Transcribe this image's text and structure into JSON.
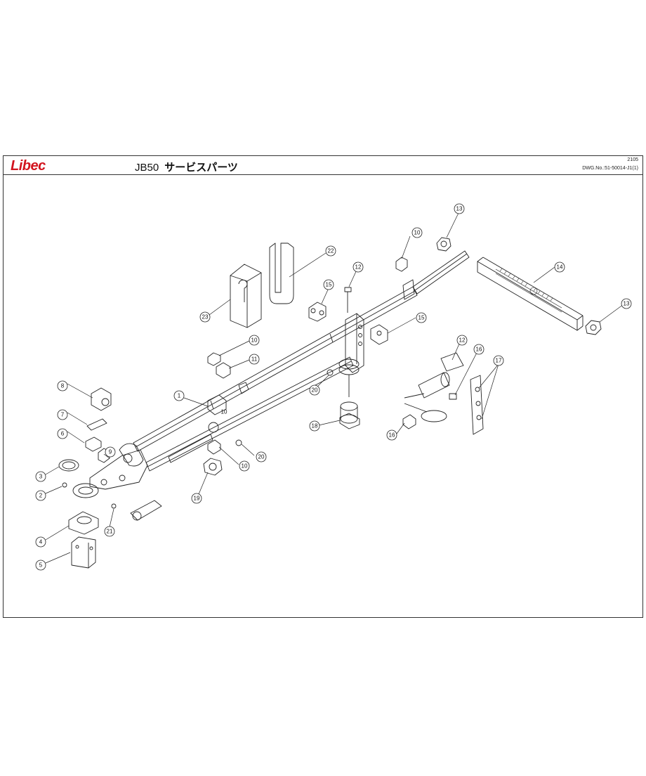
{
  "header": {
    "brand": "Libec",
    "model": "JB50",
    "title_jp": "サービスパーツ",
    "sheet_number": "2105",
    "dwg_number": "DWG.No.:51-50014-J1(1)"
  },
  "colors": {
    "brand_red": "#d2141e",
    "line": "#222222"
  },
  "callouts": [
    "1",
    "2",
    "3",
    "4",
    "5",
    "6",
    "7",
    "8",
    "9",
    "10",
    "10",
    "10",
    "10",
    "11",
    "12",
    "12",
    "13",
    "13",
    "14",
    "15",
    "15",
    "16",
    "16",
    "17",
    "18",
    "19",
    "20",
    "20",
    "21",
    "22",
    "23"
  ]
}
